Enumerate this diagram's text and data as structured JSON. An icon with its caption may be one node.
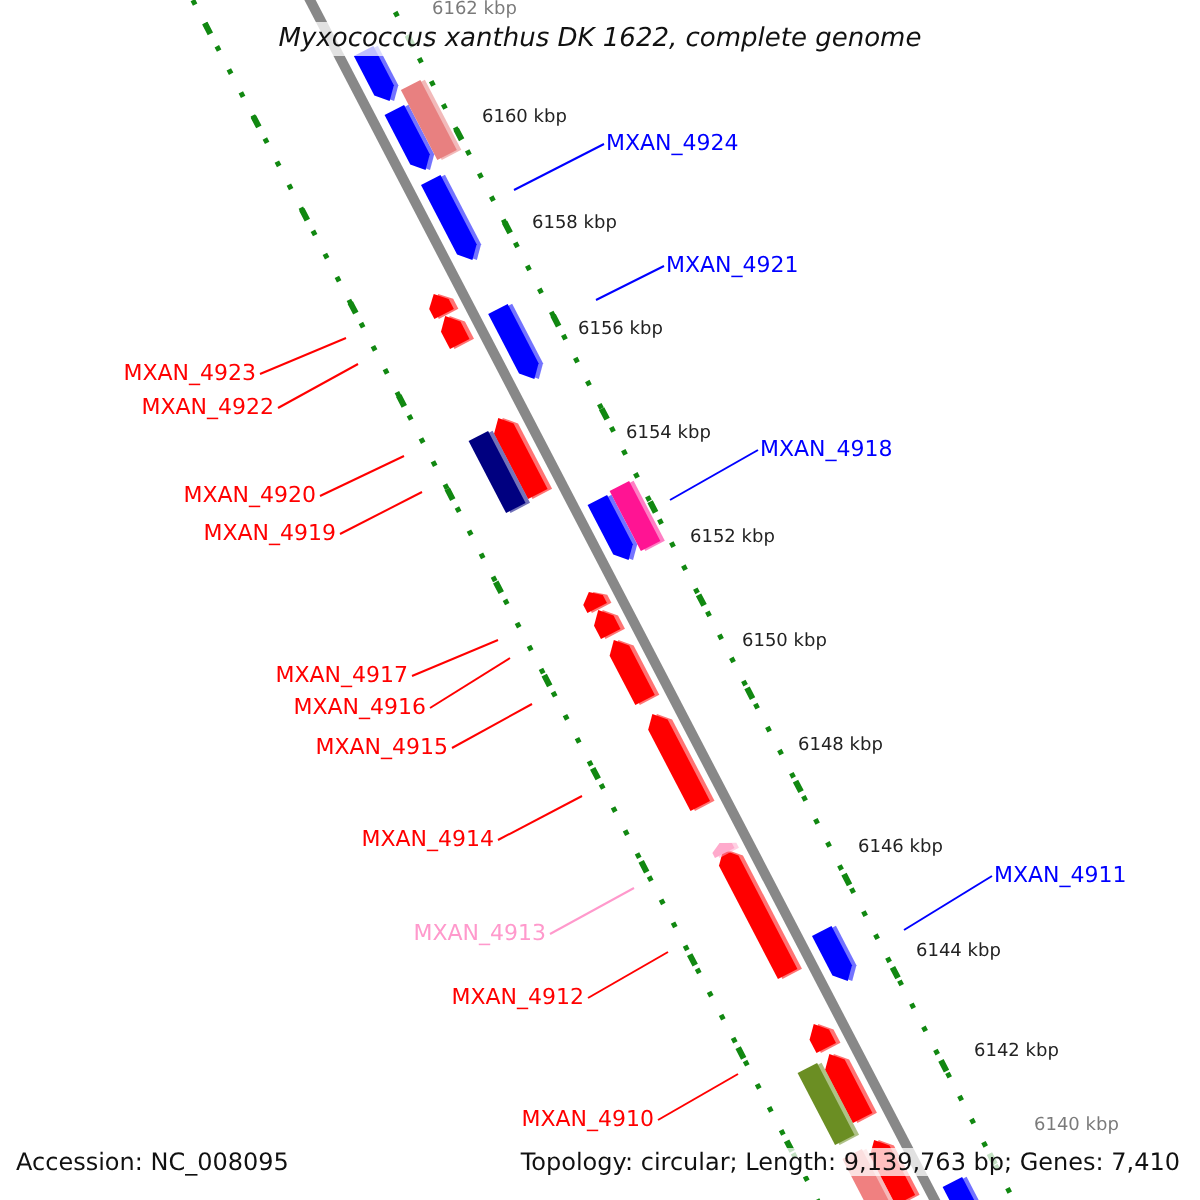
{
  "diagram": {
    "title": "Myxococcus xanthus DK 1622, complete genome",
    "nodes": [
      {
        "text": [
          "MXAN_4924"
        ]
      },
      {
        "text": [
          "MXAN_4921"
        ]
      },
      {
        "text": [
          "MXAN_4923"
        ]
      },
      {
        "text": [
          "MXAN_4922"
        ]
      },
      {
        "text": [
          "MXAN_4918"
        ]
      },
      {
        "text": [
          "MXAN_4920"
        ]
      },
      {
        "text": [
          "MXAN_4919"
        ]
      },
      {
        "text": [
          "MXAN_4917"
        ]
      },
      {
        "text": [
          "MXAN_4916"
        ]
      },
      {
        "text": [
          "MXAN_4915"
        ]
      },
      {
        "text": [
          "MXAN_4914"
        ]
      },
      {
        "text": [
          "MXAN_4911"
        ]
      },
      {
        "text": [
          "MXAN_4913"
        ]
      },
      {
        "text": [
          "MXAN_4912"
        ]
      },
      {
        "text": [
          "MXAN_4910"
        ]
      }
    ],
    "edges": [
      {
        "from": 0,
        "to": null,
        "arrow": "none",
        "color": "#0000ff"
      },
      {
        "from": 1,
        "to": null,
        "arrow": "none",
        "color": "#0000ff"
      },
      {
        "from": 2,
        "to": null,
        "arrow": "none"
      },
      {
        "from": 3,
        "to": null,
        "arrow": "none"
      },
      {
        "from": 4,
        "to": null,
        "arrow": "none",
        "color": "#0000ff"
      },
      {
        "from": 5,
        "to": null,
        "arrow": "none"
      },
      {
        "from": 6,
        "to": null,
        "arrow": "none"
      },
      {
        "from": 7,
        "to": null,
        "arrow": "none"
      },
      {
        "from": 8,
        "to": null,
        "arrow": "none"
      },
      {
        "from": 9,
        "to": null,
        "arrow": "none"
      },
      {
        "from": 10,
        "to": null,
        "arrow": "none"
      },
      {
        "from": 11,
        "to": null,
        "arrow": "none",
        "color": "#0000ff"
      },
      {
        "from": 12,
        "to": null,
        "arrow": "none",
        "color": "#ff99cc"
      },
      {
        "from": 13,
        "to": null,
        "arrow": "none"
      },
      {
        "from": 14,
        "to": null,
        "arrow": "none"
      }
    ],
    "labels": [
      "6162 kbp",
      "6160 kbp",
      "6158 kbp",
      "6156 kbp",
      "6154 kbp",
      "6152 kbp",
      "6150 kbp",
      "6148 kbp",
      "6146 kbp",
      "6144 kbp",
      "6142 kbp",
      "6140 kbp",
      "Accession: NC_008095",
      "Topology: circular; Length: 9,139,763 bp; Genes: 7,410"
    ]
  }
}
